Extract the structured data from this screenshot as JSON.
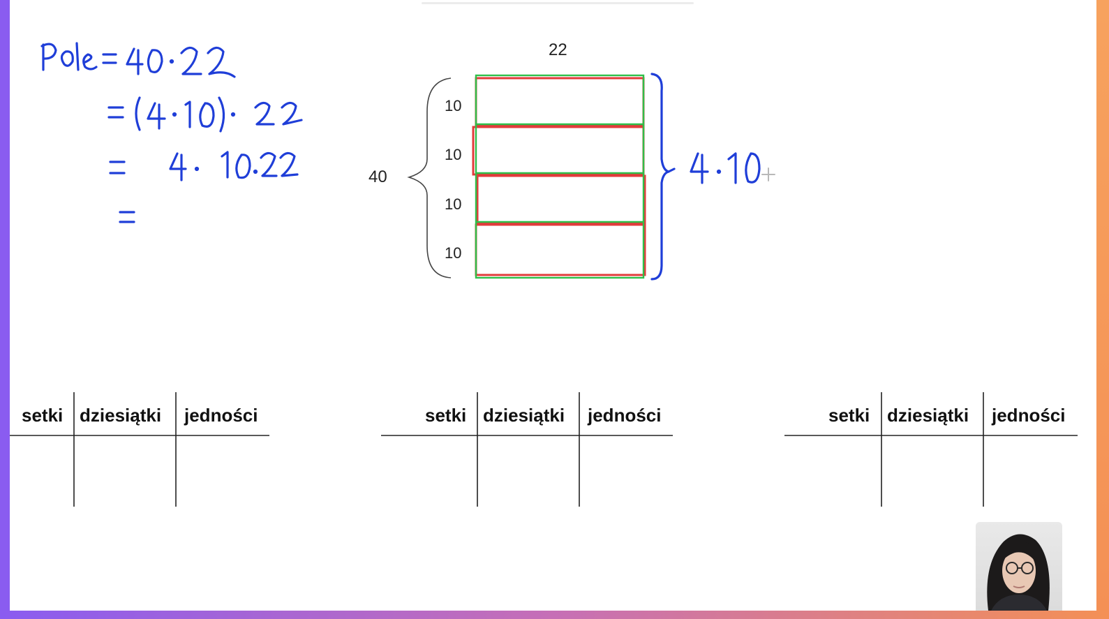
{
  "handwriting": {
    "line1": "Pole = 40 · 22",
    "line2": "= (4 · 10) · 22",
    "line3": "= 4 · 10 · 22",
    "line4": "=",
    "side_note": "4 · 10 +"
  },
  "diagram": {
    "width_label": "22",
    "height_label": "40",
    "row_labels": [
      "10",
      "10",
      "10",
      "10"
    ]
  },
  "place_value_tables": [
    {
      "headers": [
        "setki",
        "dziesiątki",
        "jedności"
      ]
    },
    {
      "headers": [
        "setki",
        "dziesiątki",
        "jedności"
      ]
    },
    {
      "headers": [
        "setki",
        "dziesiątki",
        "jedności"
      ]
    }
  ],
  "colors": {
    "ink": "#1f3ed8",
    "rect_red": "#e23b3b",
    "rect_green": "#2fbf4a",
    "frame_purple": "#8a5cf0",
    "frame_orange": "#f49055"
  },
  "webcam": {
    "icon": "presenter-video"
  }
}
